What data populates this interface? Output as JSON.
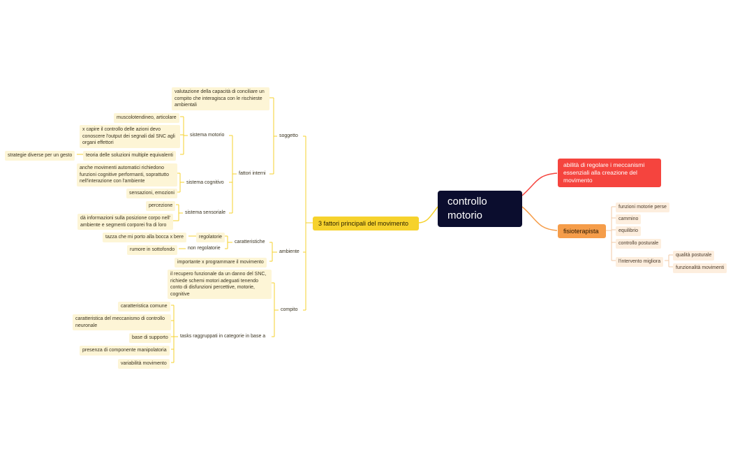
{
  "root": "controllo motorio",
  "right": {
    "abilita": "abilità di regolare i meccanismi essenziali alla creazione del movimento",
    "fisioterapista": "fisioterapista",
    "fisio_items": [
      "funzioni motorie perse",
      "cammino",
      "equilibrio",
      "controllo posturale",
      "l'intervento migliora"
    ],
    "migliora_items": [
      "qualità posturale",
      "funzionalità movimenti"
    ]
  },
  "left": {
    "main": "3 fattori principali del movimento",
    "soggetto": "soggetto",
    "valutazione": "valutazione della capacità di conciliare un compito che interagisca con le rischieste ambientali",
    "fattori_interni": "fattori interni",
    "sistema_motorio": "sistema motorio",
    "muscolo": "muscolotendineo, articolare",
    "xcapire": "x capire il controllo delle azioni devo conoscere l'output dei segnali dal SNC agli organi effettori",
    "teoria": "teoria delle soluzioni multiple equivalenti",
    "strategie": "strategie diverse per un gesto",
    "sistema_cognitivo": "sistema cognitivo",
    "anche": "anche movimenti automatici richiedono funzioni cognitive performanti, soprattutto nell'interazione con l'ambiente",
    "sensazioni": "sensazioni, emozioni",
    "sistema_sensoriale": "sistema sensoriale",
    "percezione": "percezione",
    "da_info": "dà informazioni sulla posizione corpo nell' ambiente e segmenti corporei fra di loro",
    "ambiente": "ambiente",
    "caratteristiche": "caratteristiche",
    "regolatorie": "regolatorie",
    "tazza": "tazza che mi porto alla bocca x bere",
    "non_regolatorie": "non regolatorie",
    "rumore": "rumore in sottofondo",
    "importante": "importante x programmare il movimento",
    "compito": "compito",
    "recupero": "il recupero funzionale da un danno del SNC, richiede schemi motori adeguati tenendo conto di disfunzioni percettive, motorie, cognitive",
    "tasks": "tasks raggruppati in categorie in base a",
    "categorie": [
      "caratteristica comune",
      "caratteristica del meccanismo di controllo neuronale",
      "base di supporto",
      "presenza di componente manipolatoria",
      "variabilità movimento"
    ]
  },
  "colors": {
    "root": "#0b0d2e",
    "yellow_branch": "#f6d22c",
    "red_branch": "#f5443e",
    "orange_branch": "#f59d4a",
    "yellow_node": "#fdf5d6",
    "peach_node": "#fdeede"
  }
}
